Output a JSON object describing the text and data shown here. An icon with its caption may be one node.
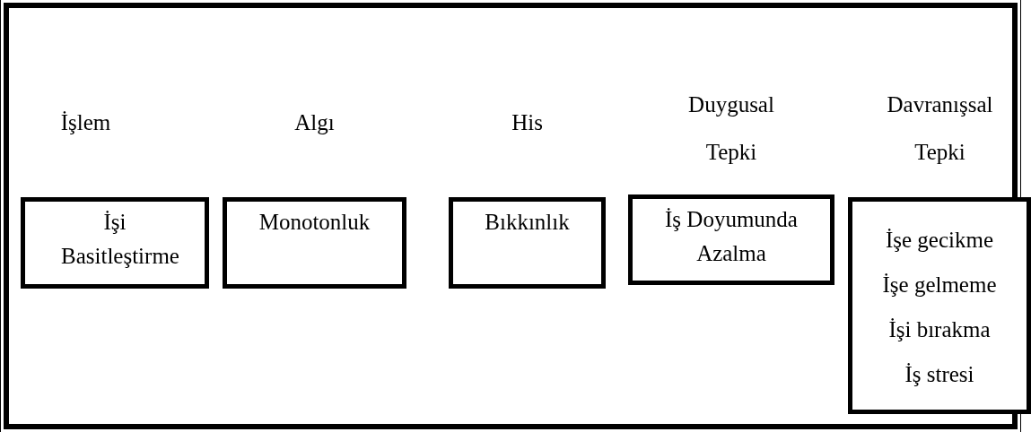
{
  "diagram": {
    "nodes": [
      {
        "text": [
          "İşlem",
          "İşi Basitleştirme"
        ]
      },
      {
        "text": [
          "Algı",
          "Monotonluk"
        ]
      },
      {
        "text": [
          "His",
          "Bıkkınlık"
        ]
      },
      {
        "text": [
          "Duygusal Tepki",
          "İş Doyumunda Azalma"
        ]
      },
      {
        "text": [
          "Davranışsal Tepki",
          "İşe gecikme",
          "İşe gelmeme",
          "İşi bırakma",
          "İş stresi"
        ]
      }
    ],
    "edges": []
  }
}
